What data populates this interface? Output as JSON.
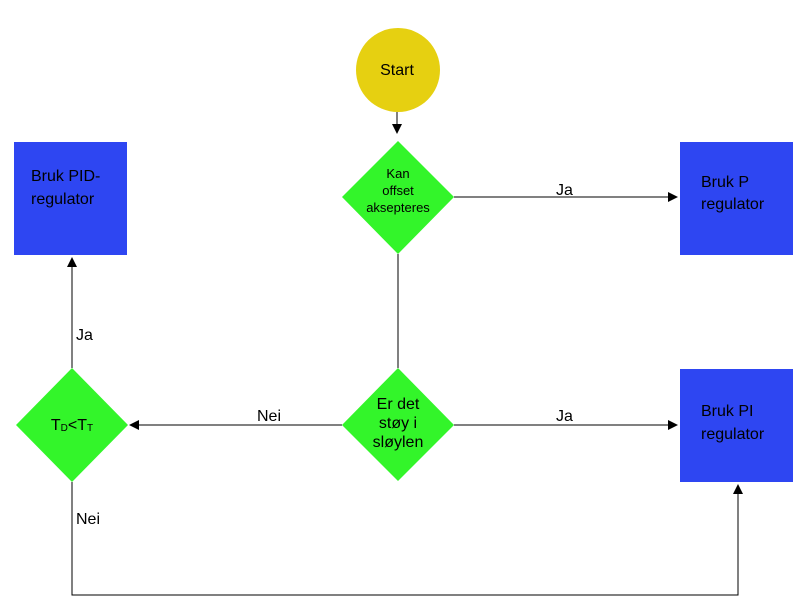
{
  "colors": {
    "start_fill": "#e6d011",
    "decision_fill": "#33f52a",
    "process_fill": "#2e46f2",
    "line": "#000000"
  },
  "nodes": {
    "start": {
      "label": "Start",
      "shape": "circle"
    },
    "decision_offset": {
      "lines": [
        "Kan",
        "offset",
        "aksepteres"
      ],
      "shape": "diamond"
    },
    "decision_noise": {
      "lines": [
        "Er det",
        "støy i",
        "sløylen"
      ],
      "shape": "diamond"
    },
    "decision_time": {
      "main1": "T",
      "sub1": "D",
      "op": "<",
      "main2": "T",
      "sub2": "T",
      "shape": "diamond"
    },
    "process_p": {
      "lines": [
        "Bruk P",
        "regulator"
      ],
      "shape": "rectangle"
    },
    "process_pi": {
      "lines": [
        "Bruk PI",
        "regulator"
      ],
      "shape": "rectangle"
    },
    "process_pid": {
      "lines": [
        "Bruk PID-",
        "regulator"
      ],
      "shape": "rectangle"
    }
  },
  "edges": {
    "offset_to_p": "Ja",
    "noise_to_pi": "Ja",
    "noise_to_time": "Nei",
    "time_to_pid": "Ja",
    "time_to_pi": "Nei"
  }
}
